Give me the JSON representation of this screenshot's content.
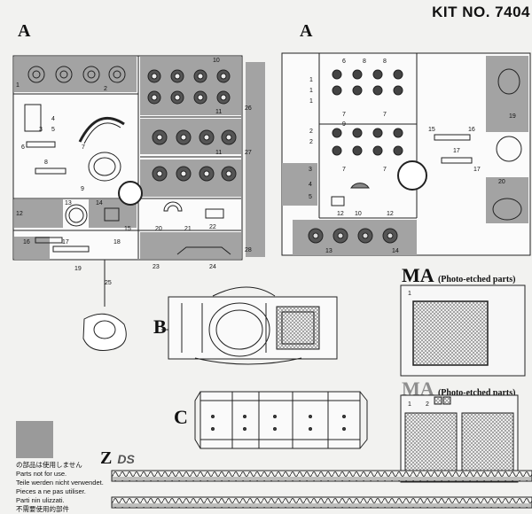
{
  "header": {
    "kit_no": "KIT NO. 7404"
  },
  "sprues": {
    "a_left_label": "A",
    "a_right_label": "A",
    "b_label": "B",
    "c_label": "C",
    "z_label": "Z",
    "z_brand": "DS"
  },
  "photo_etched": {
    "ma1_title": "MA",
    "ma1_sub": "(Photo-etched parts)",
    "ma2_title": "MA",
    "ma2_sub": "(Photo-etched parts)",
    "ma1_number": "1",
    "ma2_numbers": [
      "1",
      "2"
    ]
  },
  "parts_numbers_left": [
    "1",
    "2",
    "3",
    "4",
    "5",
    "6",
    "7",
    "8",
    "9",
    "10",
    "11",
    "12",
    "13",
    "14",
    "15",
    "16",
    "17",
    "18",
    "19",
    "20",
    "21",
    "22",
    "23",
    "24",
    "25",
    "26",
    "27",
    "28"
  ],
  "not_for_use_note": {
    "lines": [
      "の部品は使用しません",
      "Parts not for use.",
      "Teile werden nicht verwendet.",
      "Pieces a ne pas utiliser.",
      "Parti nin ulizzati.",
      "不需要使用的部件"
    ]
  },
  "colors": {
    "unused_gray": "#9a9a9a",
    "line": "#222222"
  }
}
